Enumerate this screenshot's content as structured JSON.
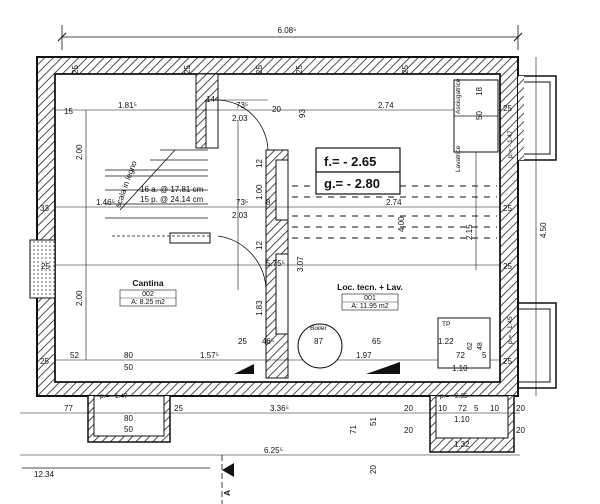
{
  "plan": {
    "overall_width_top": "6.08⁵",
    "overall_width_bottom": "6.25⁵",
    "overall_height_right": "4.50",
    "outer_left_bottom": "12.34",
    "section_label": "A",
    "levels": {
      "floor": "f.= - 2.65",
      "ground": "g.= - 2.80"
    },
    "rooms": [
      {
        "name": "Cantina",
        "code": "002",
        "area": "A: 8.25 m2"
      },
      {
        "name": "Loc. tecn. + Lav.",
        "code": "001",
        "area": "A: 11.95 m2"
      }
    ],
    "stair": {
      "label": "scala in legno",
      "line1": "16 a. @ 17.81 cm",
      "line2": "15 p. @ 24.14 cm"
    },
    "fixtures": {
      "boiler": "Boiler",
      "washer": "Lavatrice",
      "dryer": "Asciugatrice",
      "tp": "TP"
    },
    "wall_marks": {
      "top": [
        "25",
        "25",
        "25",
        "25",
        "25"
      ],
      "bottom_left": [
        "77",
        "25"
      ],
      "bottom_right": [
        "20",
        "20",
        "20",
        "20"
      ]
    },
    "upper_row": [
      "15",
      "1.81⁵",
      "14",
      "73⁵",
      "20",
      "93",
      "2.74"
    ],
    "upper_row_sub": "2.03",
    "mid_row": [
      "33",
      "1.46⁵",
      "73⁵",
      "8",
      "2.74"
    ],
    "mid_row_sub": "2.03",
    "bottom_row": [
      "25",
      "52",
      "80",
      "1.57⁵",
      "25",
      "46⁵",
      "87",
      "65",
      "1.97",
      "72",
      "5",
      "25"
    ],
    "bottom_row_sub": [
      "50",
      "1.10"
    ],
    "cut_row": {
      "left": "77",
      "center": "3.36⁵",
      "nums": [
        "10",
        "72",
        "5",
        "10"
      ]
    },
    "verticals": {
      "left_a": "2.00",
      "left_b": "2.00",
      "c12a": "12",
      "c100": "1.00",
      "c12b": "12",
      "c575": "5.75⁵",
      "c307": "3.07",
      "c183": "1.83",
      "c400": "4.00",
      "c215": "2.15",
      "c50": "50",
      "c18": "18",
      "c25a": "25",
      "c25b": "25",
      "c71": "71",
      "c51": "51",
      "c20": "20"
    },
    "misc": {
      "box_top": "1.22",
      "box_62": "62",
      "box_48": "48",
      "box_110": "1.10",
      "box_132": "1.32",
      "box_50": "50",
      "box_110b": "1.10",
      "box_80": "80",
      "box_50b": "50"
    },
    "elevations": {
      "ext_left": "p.= - 1.47",
      "ext_right": "p.= - 2.55",
      "side_top": "p.= - 1.47",
      "side_bottom": "p.= - 1.45"
    }
  }
}
